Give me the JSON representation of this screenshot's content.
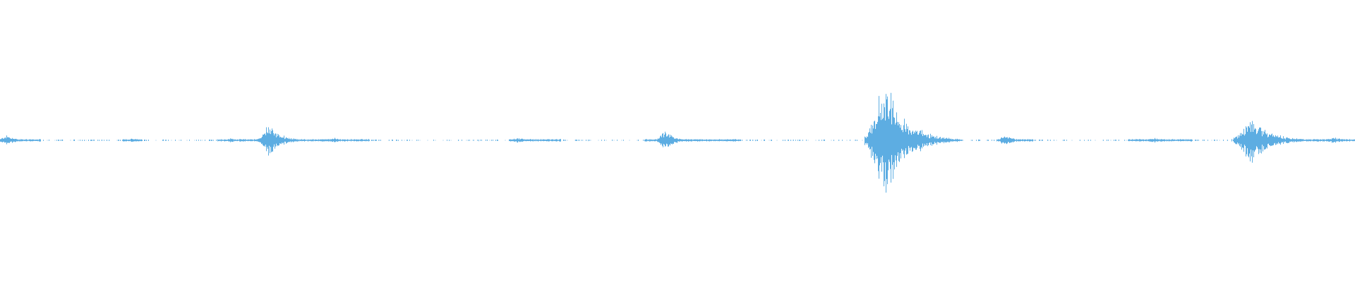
{
  "waveform": {
    "color": "#5dade2",
    "background": "#ffffff",
    "amplitude_scale": 1.0,
    "baseline_noise": 0.02,
    "bursts": [
      {
        "position": 0.005,
        "amplitude": 0.09,
        "width": 0.008
      },
      {
        "position": 0.098,
        "amplitude": 0.04,
        "width": 0.004
      },
      {
        "position": 0.17,
        "amplitude": 0.05,
        "width": 0.004
      },
      {
        "position": 0.199,
        "amplitude": 0.3,
        "width": 0.01
      },
      {
        "position": 0.247,
        "amplitude": 0.05,
        "width": 0.005
      },
      {
        "position": 0.381,
        "amplitude": 0.05,
        "width": 0.01
      },
      {
        "position": 0.491,
        "amplitude": 0.18,
        "width": 0.008
      },
      {
        "position": 0.654,
        "amplitude": 1.0,
        "width": 0.018
      },
      {
        "position": 0.742,
        "amplitude": 0.09,
        "width": 0.008
      },
      {
        "position": 0.852,
        "amplitude": 0.04,
        "width": 0.01
      },
      {
        "position": 0.924,
        "amplitude": 0.42,
        "width": 0.016
      },
      {
        "position": 0.985,
        "amplitude": 0.05,
        "width": 0.012
      }
    ],
    "gaps": [
      [
        0.03,
        0.09
      ],
      [
        0.105,
        0.16
      ],
      [
        0.272,
        0.375
      ],
      [
        0.414,
        0.475
      ],
      [
        0.546,
        0.638
      ],
      [
        0.71,
        0.735
      ],
      [
        0.762,
        0.832
      ],
      [
        0.88,
        0.91
      ]
    ]
  }
}
